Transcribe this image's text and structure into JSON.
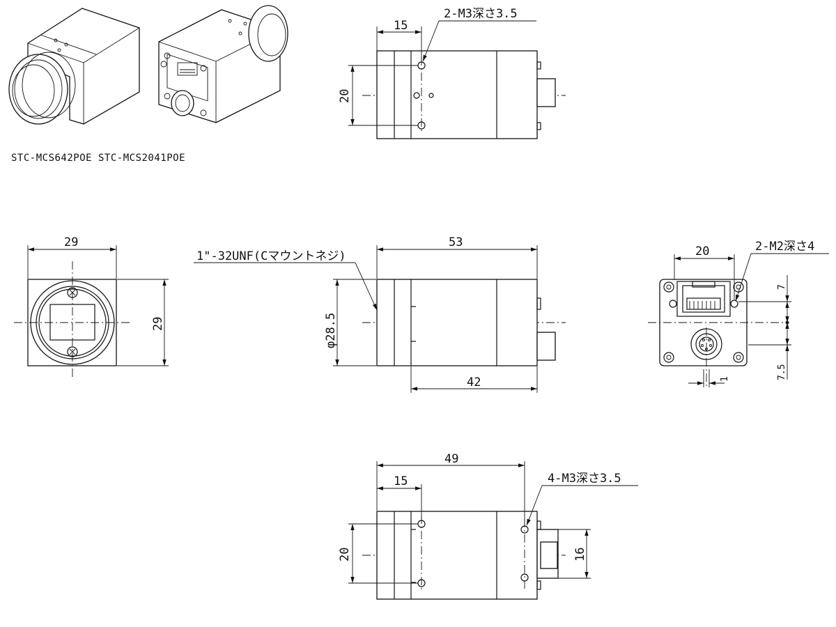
{
  "models_label": "STC-MCS642POE  STC-MCS2041POE",
  "top_view": {
    "dim_15": "15",
    "dim_20": "20",
    "hole_note": "2-M3深さ3.5"
  },
  "front_view": {
    "dim_width": "29",
    "dim_height": "29"
  },
  "side_view": {
    "thread_note": "1\"-32UNF(Cマウントネジ)",
    "dim_length": "53",
    "dim_diameter": "φ28.5",
    "dim_body": "42"
  },
  "rear_view": {
    "dim_20": "20",
    "hole_note": "2-M2深さ4",
    "dim_7": "7",
    "dim_7_5": "7.5",
    "dim_1": "1"
  },
  "bottom_view": {
    "dim_49": "49",
    "dim_15": "15",
    "dim_20": "20",
    "dim_16": "16",
    "hole_note": "4-M3深さ3.5"
  }
}
